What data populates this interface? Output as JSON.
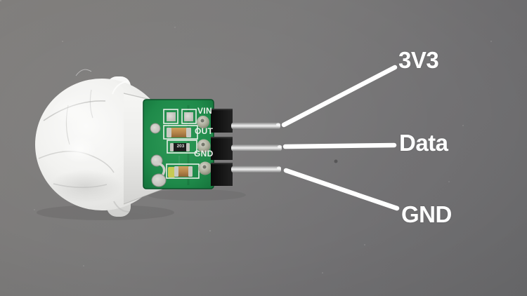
{
  "figure": {
    "description": "Mini PIR motion sensor module photographed on gray background with pinout callouts",
    "background_top_color": "#7f7e7c",
    "background_bottom_color": "#6c6c6e"
  },
  "callouts": {
    "text_color": "#ffffff",
    "line_color": "#ffffff",
    "items": [
      {
        "id": "power",
        "label": "3V3"
      },
      {
        "id": "signal",
        "label": "Data"
      },
      {
        "id": "ground",
        "label": "GND"
      }
    ]
  },
  "pcb": {
    "board_color": "#1f8a4a",
    "silkscreen_color": "#e8eee7",
    "labels": [
      {
        "id": "vin",
        "text": "VIN"
      },
      {
        "id": "out",
        "text": "OUT"
      },
      {
        "id": "gnd",
        "text": "GND"
      }
    ],
    "resistor_marking": "203"
  }
}
